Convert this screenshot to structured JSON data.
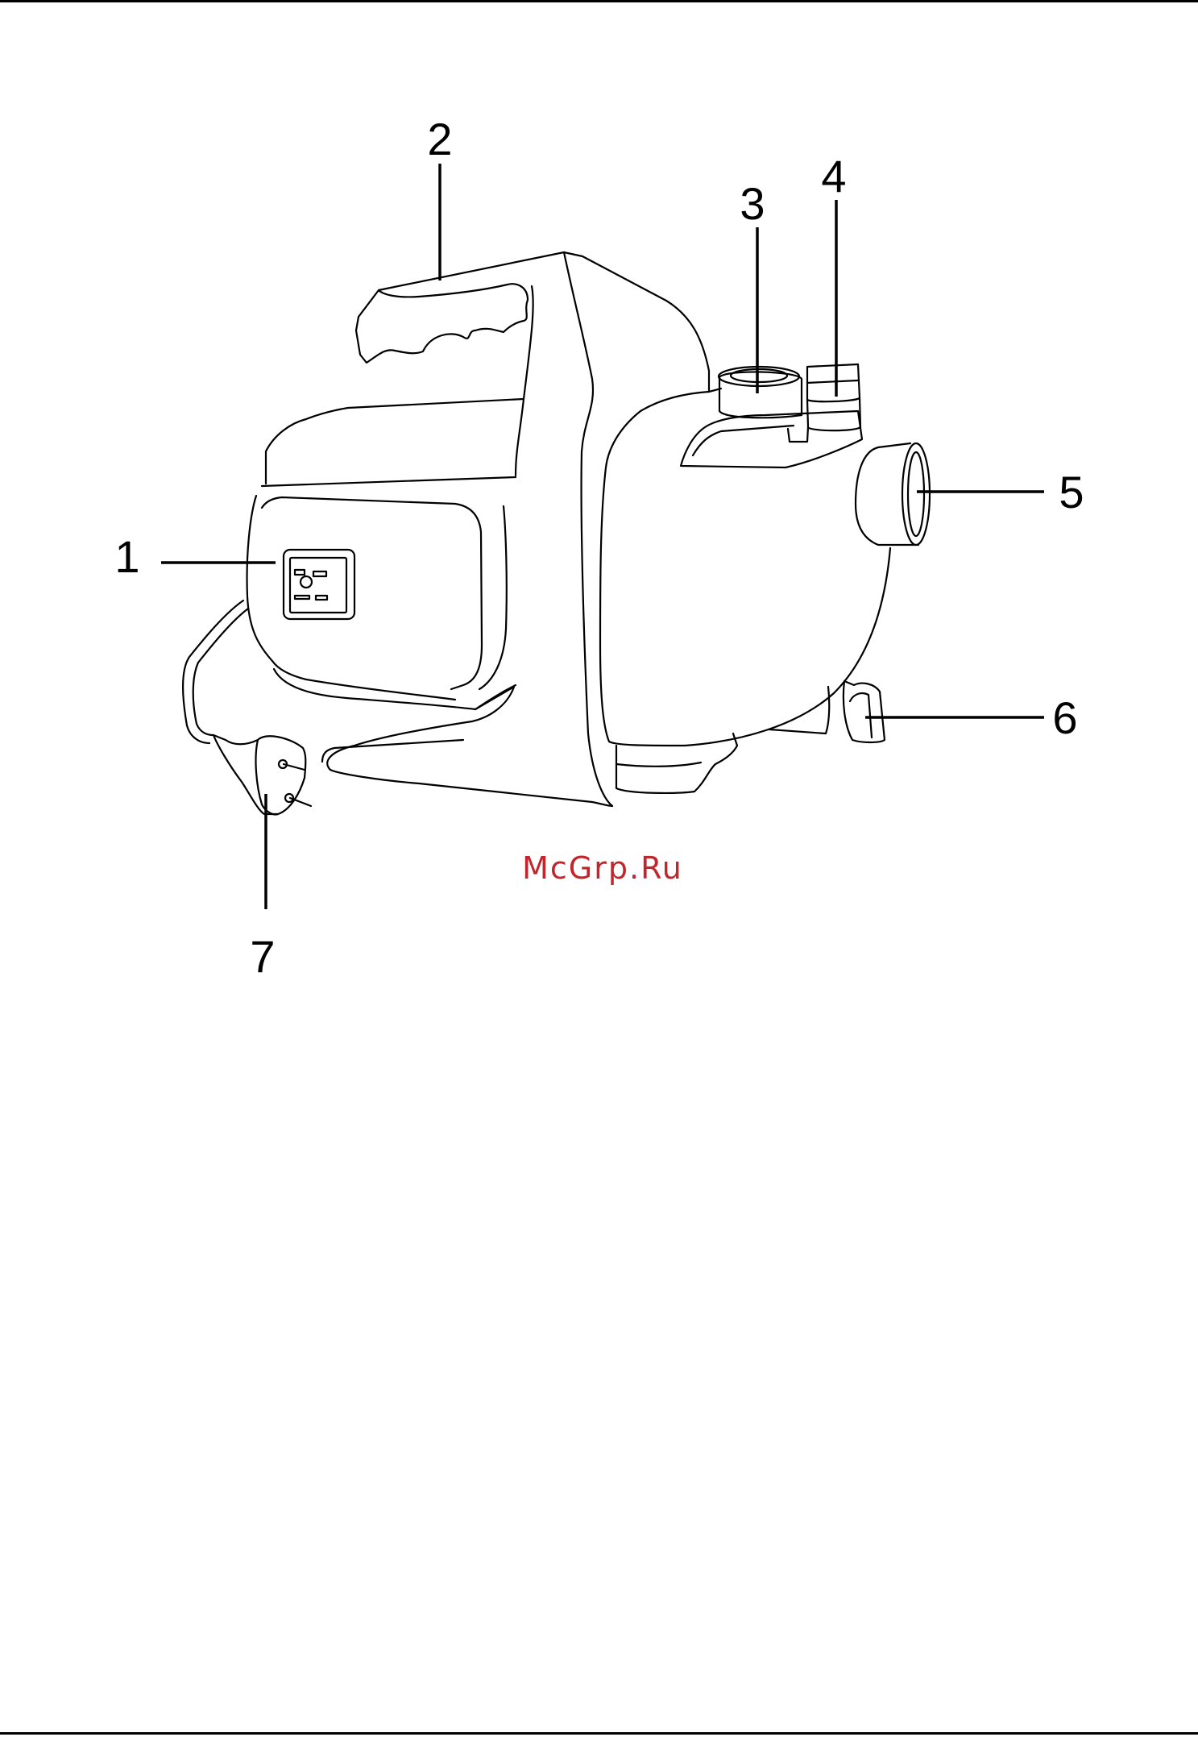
{
  "watermark": "McGrp.Ru",
  "callouts": {
    "c1": "1",
    "c2": "2",
    "c3": "3",
    "c4": "4",
    "c5": "5",
    "c6": "6",
    "c7": "7"
  }
}
